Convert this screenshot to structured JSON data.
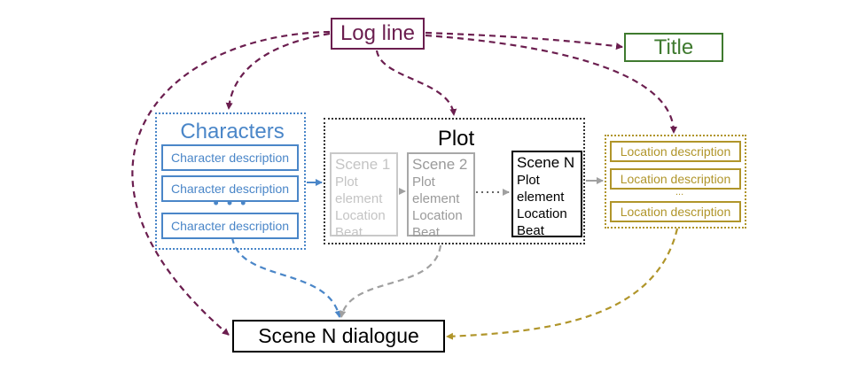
{
  "log_line": "Log line",
  "title": "Title",
  "characters": {
    "heading": "Characters",
    "items": [
      "Character description",
      "Character description",
      "Character description"
    ],
    "ellipsis": "• • •"
  },
  "plot": {
    "heading": "Plot",
    "scenes": [
      {
        "title": "Scene 1",
        "lines": [
          "Plot",
          "element",
          "Location",
          "Beat"
        ]
      },
      {
        "title": "Scene 2",
        "lines": [
          "Plot",
          "element",
          "Location",
          "Beat"
        ]
      },
      {
        "title": "Scene N",
        "lines": [
          "Plot",
          "element",
          "Location",
          "Beat"
        ]
      }
    ]
  },
  "locations": {
    "items": [
      "Location description",
      "Location description",
      "Location description"
    ],
    "ellipsis": "..."
  },
  "dialogue": "Scene N dialogue",
  "colors": {
    "log_line": "#6b1e4f",
    "title": "#3f7a2f",
    "characters": "#4a86c8",
    "locations": "#b0952a",
    "scene_1": "#c4c4c4",
    "scene_2": "#9a9a9a",
    "scene_n": "#000000"
  }
}
